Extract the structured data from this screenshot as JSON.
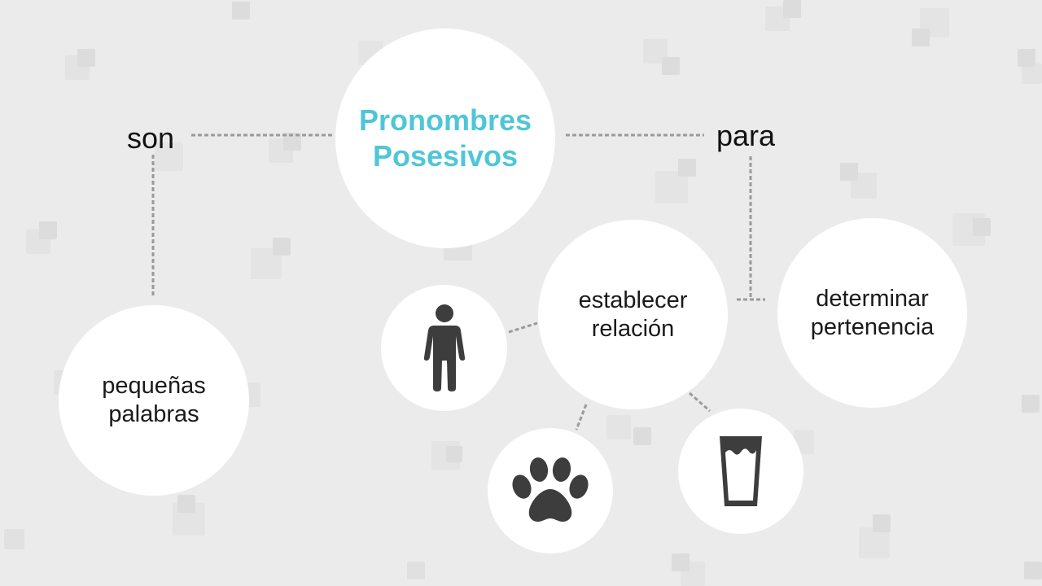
{
  "diagram": {
    "title_line1": "Pronombres",
    "title_line2": "Posesivos",
    "connector_left": "son",
    "connector_right": "para",
    "node_left_line1": "pequeñas",
    "node_left_line2": "palabras",
    "node_center_line1": "establecer",
    "node_center_line2": "relación",
    "node_right_line1": "determinar",
    "node_right_line2": "pertenencia",
    "icons": [
      "person-icon",
      "paw-icon",
      "glass-of-milk-icon"
    ]
  },
  "colors": {
    "background": "#ebebeb",
    "circle": "#ffffff",
    "title": "#4fc6d8",
    "text": "#1a1a1a",
    "icon": "#3d3d3d",
    "dash": "#999999"
  }
}
